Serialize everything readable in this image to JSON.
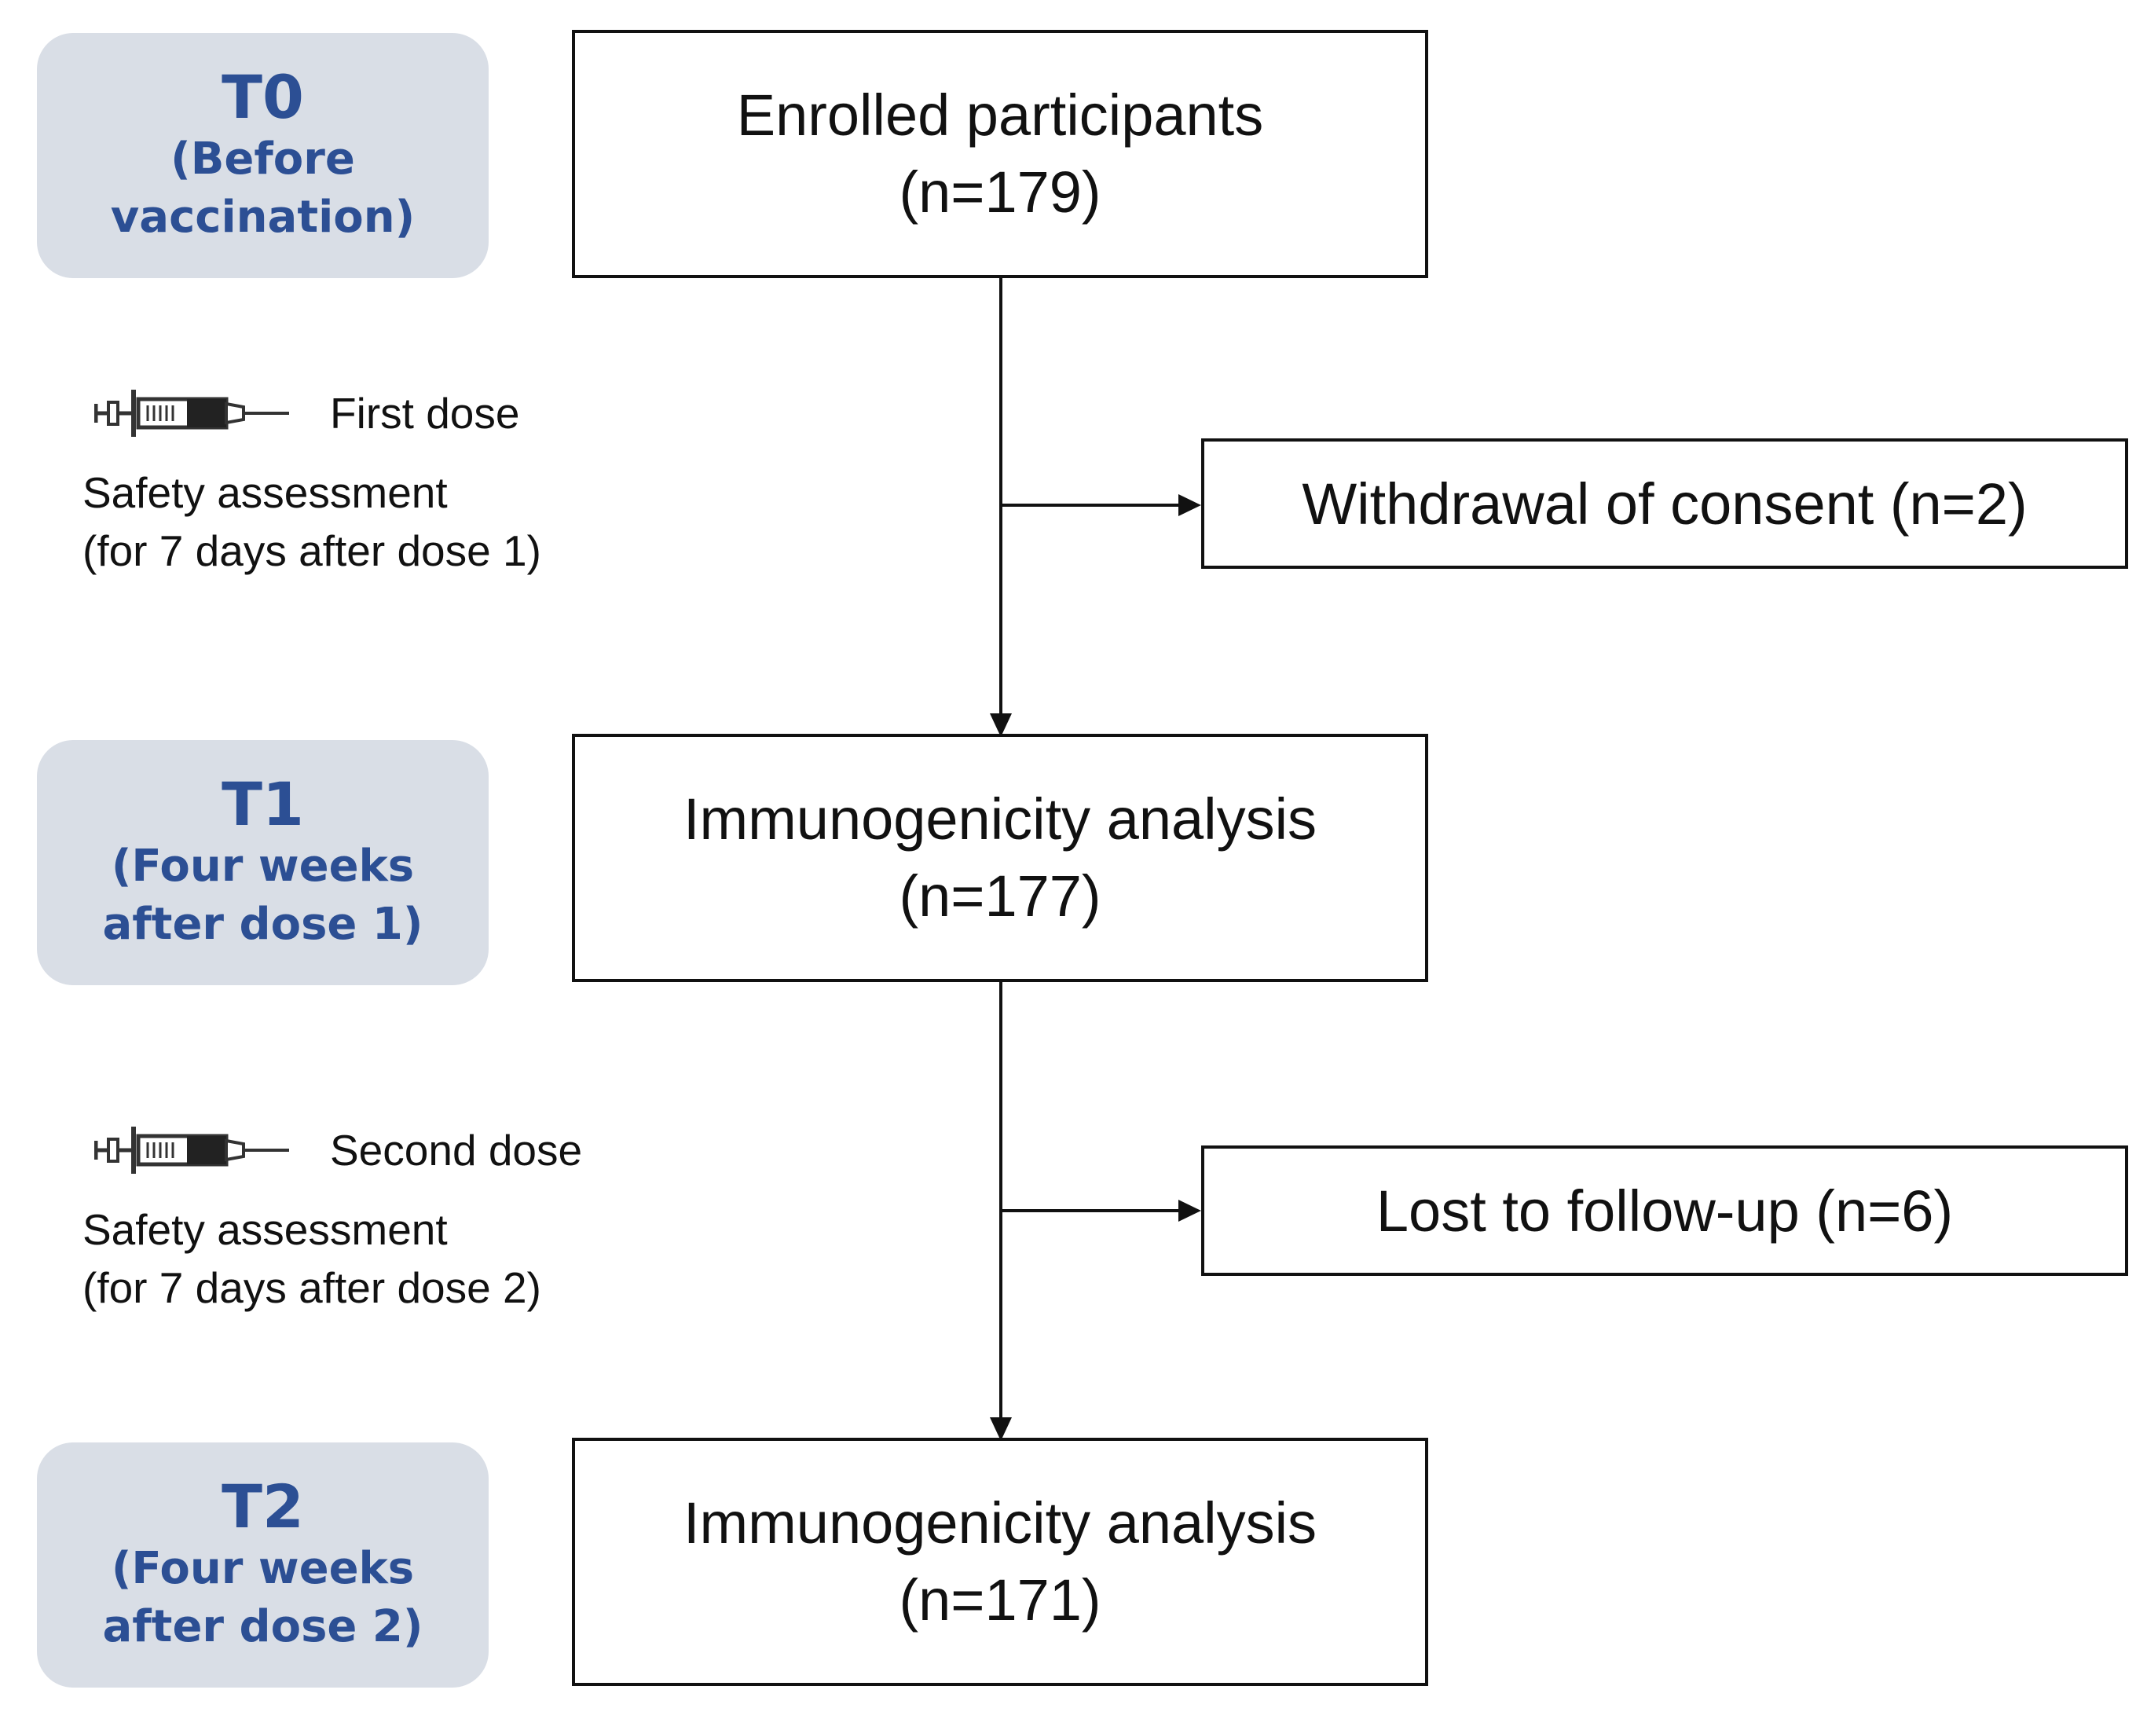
{
  "timepoints": [
    {
      "label": "T0",
      "desc": "(Before\nvaccination)"
    },
    {
      "label": "T1",
      "desc": "(Four weeks\nafter dose 1)"
    },
    {
      "label": "T2",
      "desc": "(Four weeks\nafter dose 2)"
    }
  ],
  "main_boxes": [
    {
      "title": "Enrolled participants",
      "count": "(n=179)"
    },
    {
      "title": "Immunogenicity analysis",
      "count": "(n=177)"
    },
    {
      "title": "Immunogenicity analysis",
      "count": "(n=171)"
    }
  ],
  "side_boxes": [
    {
      "text": "Withdrawal of consent (n=2)"
    },
    {
      "text": "Lost to follow-up (n=6)"
    }
  ],
  "doses": [
    {
      "label": "First dose",
      "safety_line1": "Safety assessment",
      "safety_line2": "(for 7 days after dose 1)",
      "icon": "syringe-icon"
    },
    {
      "label": "Second dose",
      "safety_line1": "Safety assessment",
      "safety_line2": "(for 7 days after dose 2)",
      "icon": "syringe-icon"
    }
  ],
  "colors": {
    "timepoint_bg": "#d9dee6",
    "timepoint_text": "#2c4f94",
    "line": "#111111"
  }
}
